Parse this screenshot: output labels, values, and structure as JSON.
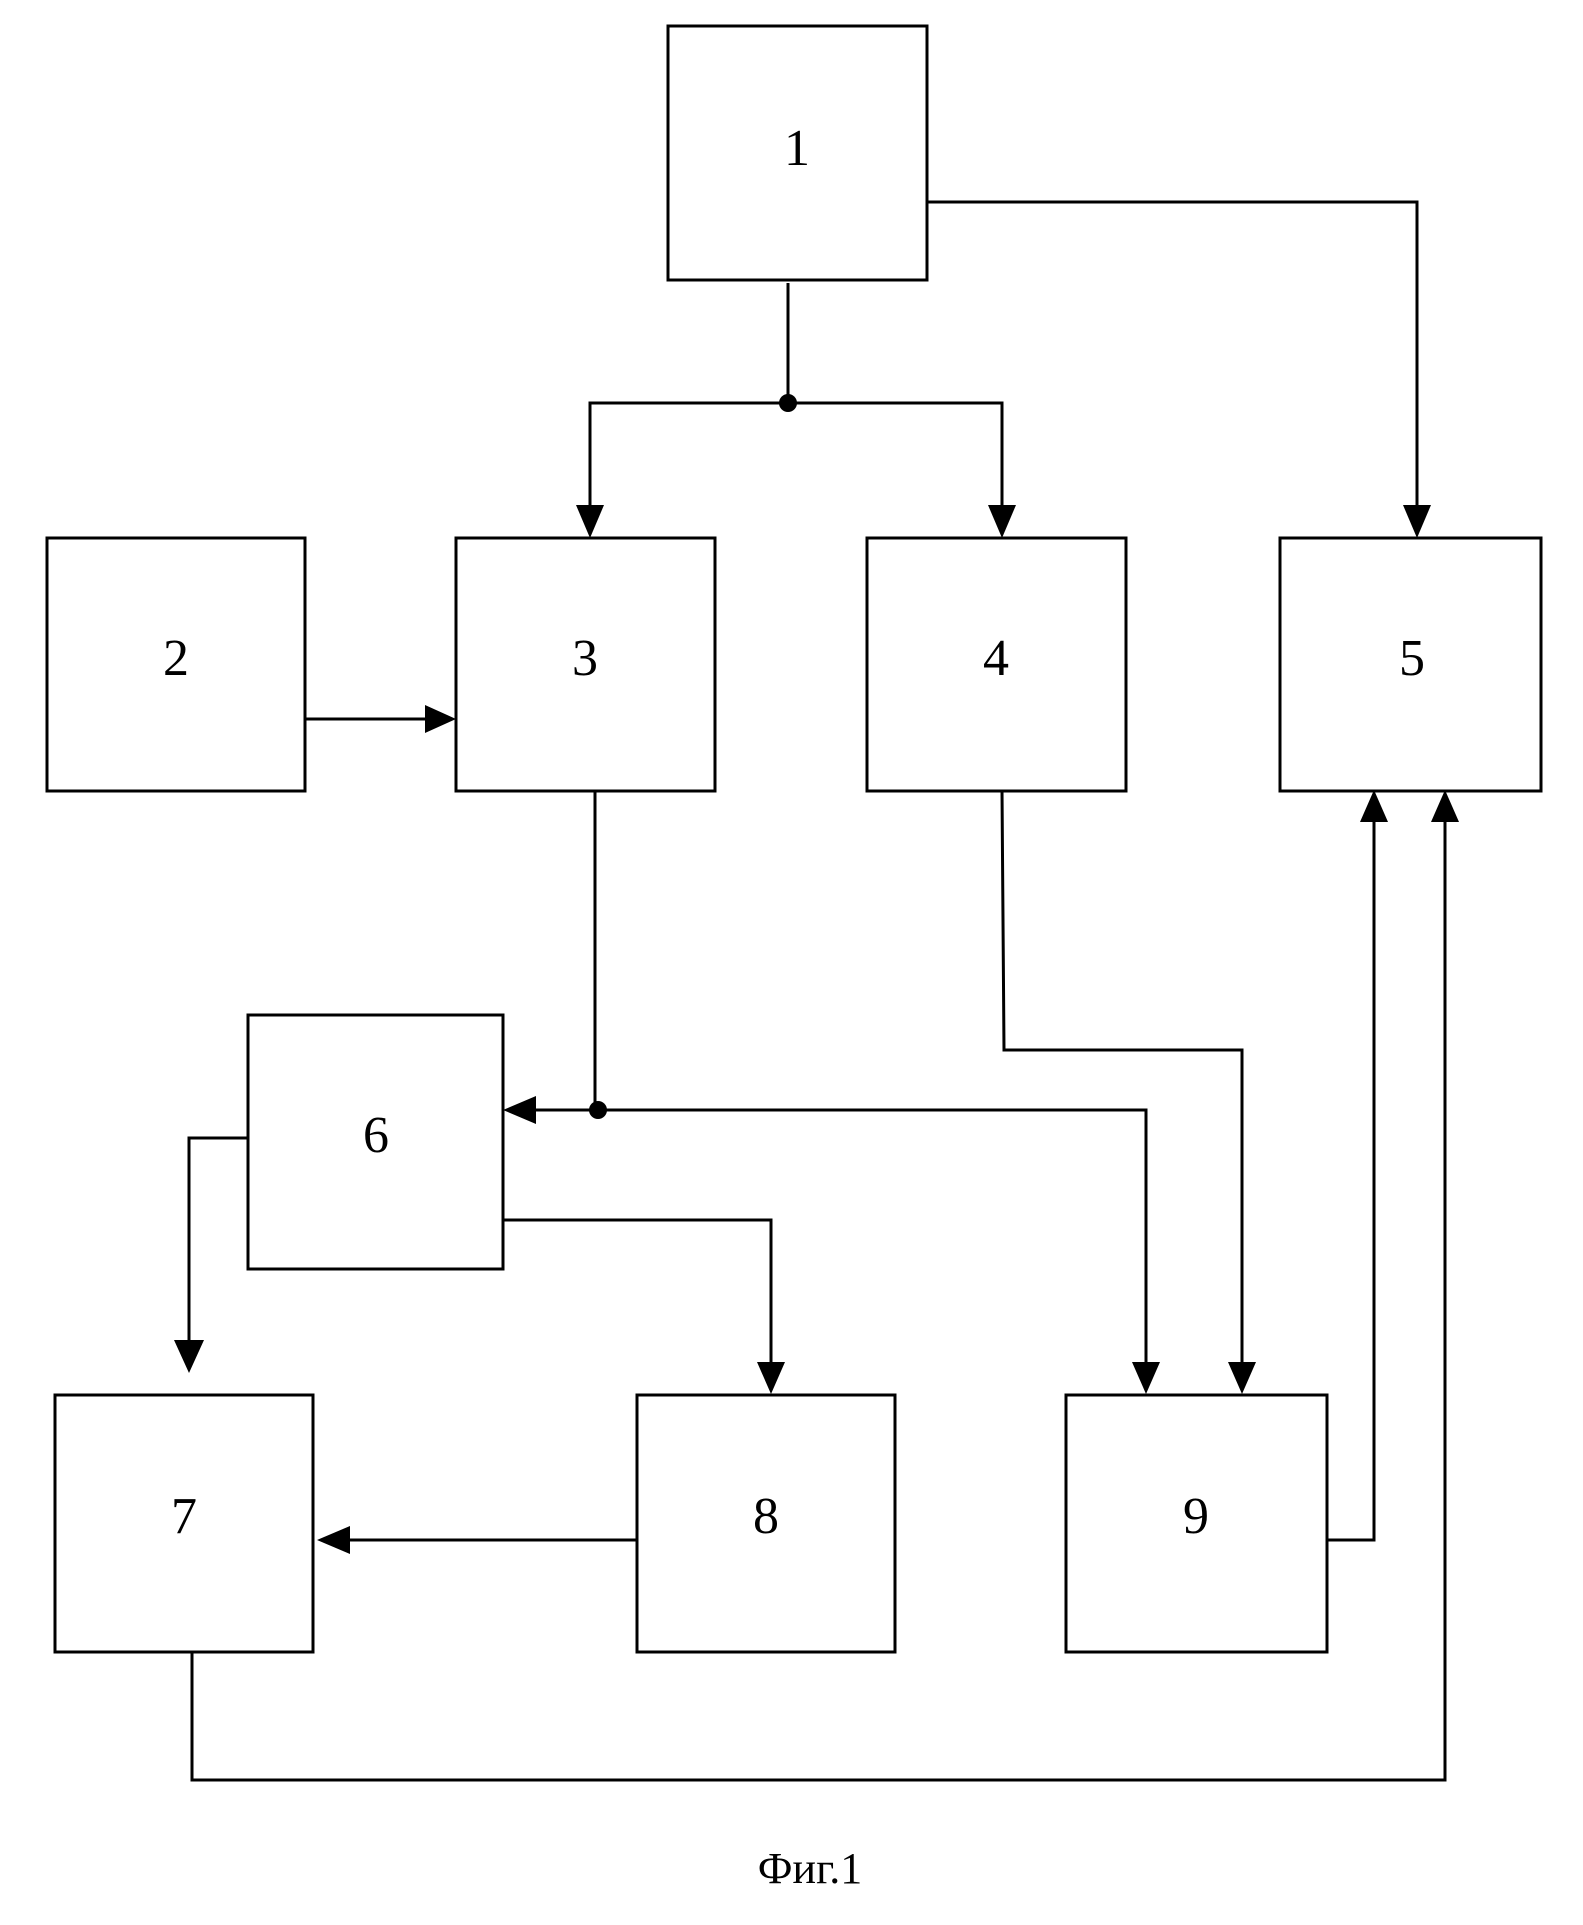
{
  "blocks": [
    {
      "id": 1,
      "label": "1"
    },
    {
      "id": 2,
      "label": "2"
    },
    {
      "id": 3,
      "label": "3"
    },
    {
      "id": 4,
      "label": "4"
    },
    {
      "id": 5,
      "label": "5"
    },
    {
      "id": 6,
      "label": "6"
    },
    {
      "id": 7,
      "label": "7"
    },
    {
      "id": 8,
      "label": "8"
    },
    {
      "id": 9,
      "label": "9"
    }
  ],
  "connections": [
    {
      "from": 1,
      "to": 3
    },
    {
      "from": 1,
      "to": 4
    },
    {
      "from": 1,
      "to": 5
    },
    {
      "from": 2,
      "to": 3
    },
    {
      "from": 3,
      "to": 6
    },
    {
      "from": 3,
      "to": 9
    },
    {
      "from": 4,
      "to": 9
    },
    {
      "from": 6,
      "to": 7
    },
    {
      "from": 6,
      "to": 8
    },
    {
      "from": 8,
      "to": 7
    },
    {
      "from": 9,
      "to": 5
    },
    {
      "from": 7,
      "to": 5
    }
  ],
  "caption": "Фиг.1",
  "colors": {
    "line": "#000000",
    "background": "#ffffff"
  }
}
